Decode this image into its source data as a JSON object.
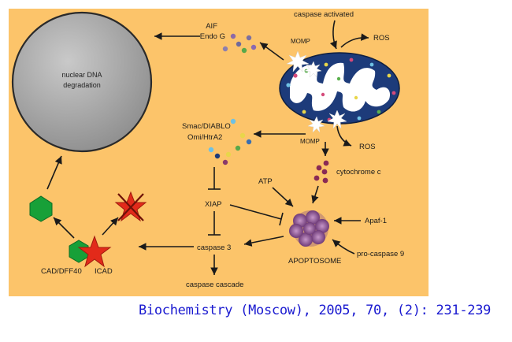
{
  "labels": {
    "nucleus": [
      "nuclear DNA",
      "degradation"
    ],
    "aif": "AIF",
    "endo_g": "Endo G",
    "caspase_activated": "caspase activated",
    "ros_top": "ROS",
    "momp_top": "MOMP",
    "smac": "Smac/DIABLO",
    "omi": "Omi/HtrA2",
    "momp_mid": "MOMP",
    "ros_mid": "ROS",
    "cytochrome_c": "cytochrome c",
    "atp": "ATP",
    "xiap": "XIAP",
    "apaf1": "Apaf-1",
    "pro_caspase9": "pro-caspase 9",
    "apoptosome": "APOPTOSOME",
    "caspase3": "caspase 3",
    "caspase_cascade": "caspase cascade",
    "cad": "CAD/DFF40",
    "icad": "ICAD"
  },
  "citation": "Biochemistry (Moscow), 2005, 70, (2): 231-239",
  "colors": {
    "background_panel": "#fcc46a",
    "nucleus": "#a8a8a8",
    "mitochondrion": "#1d3b7a",
    "cad_green": "#17a038",
    "icad_red": "#e22a1a",
    "apoptosome": "#9a5fa0",
    "citation": "#1a1ad0"
  }
}
